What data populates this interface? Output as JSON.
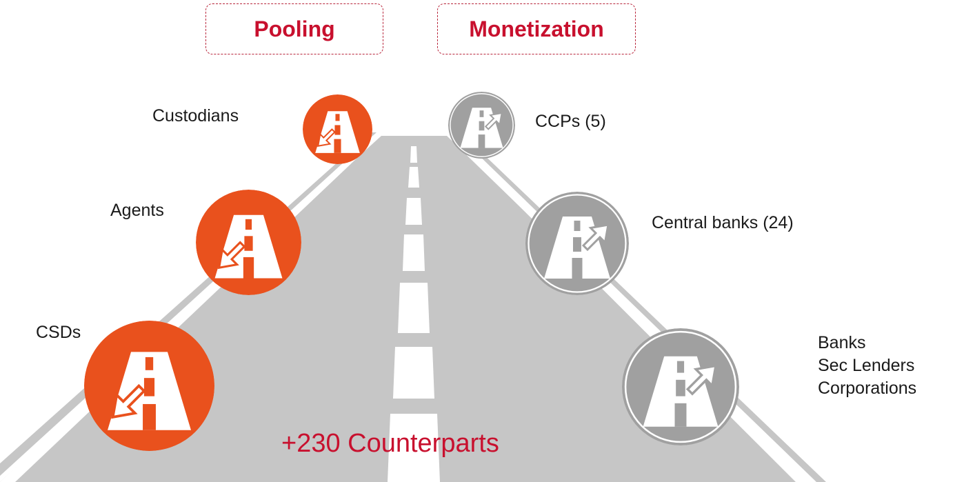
{
  "headers": {
    "pooling": "Pooling",
    "monetization": "Monetization"
  },
  "pooling_nodes": [
    {
      "label": "Custodians",
      "color": "#e9511d",
      "icon": "road-exit-left-icon"
    },
    {
      "label": "Agents",
      "color": "#e9511d",
      "icon": "road-exit-left-icon"
    },
    {
      "label": "CSDs",
      "color": "#e9511d",
      "icon": "road-exit-left-icon"
    }
  ],
  "monetization_nodes": [
    {
      "label": "CCPs (5)",
      "color": "#a0a0a0",
      "icon": "road-exit-right-icon"
    },
    {
      "label": "Central banks (24)",
      "color": "#a0a0a0",
      "icon": "road-exit-right-icon"
    },
    {
      "label_lines": [
        "Banks",
        "Sec Lenders",
        "Corporations"
      ],
      "color": "#a0a0a0",
      "icon": "road-exit-right-icon"
    }
  ],
  "footer": "+230 Counterparts",
  "colors": {
    "accent": "#c8102e",
    "pooling": "#e9511d",
    "monetization": "#a0a0a0",
    "road": "#c6c6c6"
  }
}
